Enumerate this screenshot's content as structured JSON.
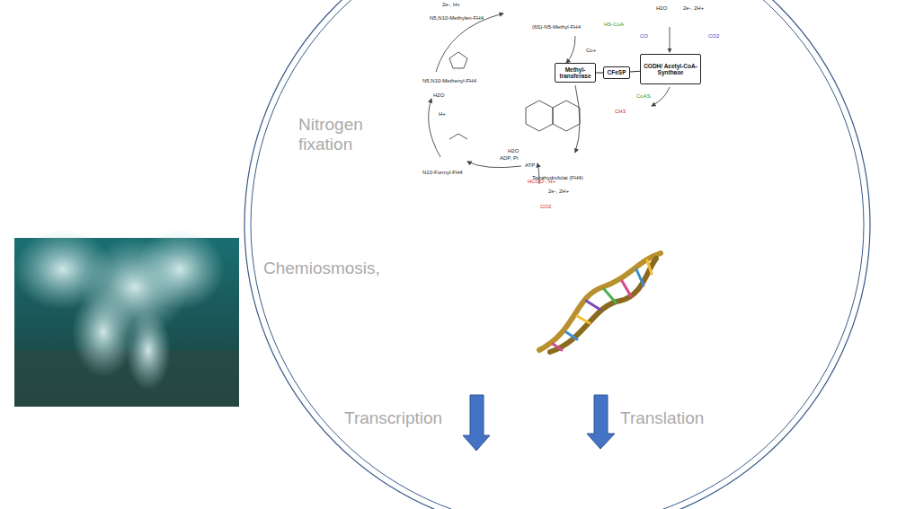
{
  "diagram": {
    "nodes": [
      {
        "text": [
          "Methyl-transferase"
        ]
      },
      {
        "text": [
          "CFeSP"
        ]
      },
      {
        "text": [
          "CODH/ Acetyl-CoA-Synthase"
        ]
      }
    ],
    "edges": [
      {
        "from": 0,
        "to": 1,
        "arrow": "none"
      },
      {
        "from": 1,
        "to": 2,
        "arrow": "none"
      }
    ],
    "labels": [
      "Nitrogen fixation",
      "Chemiosmosis,",
      "Transcription",
      "Translation",
      "N5,N10-Methylen-FH4",
      "(6S)-N5-Methyl-FH4",
      "2e-, H+",
      "H2O",
      "2e-, 2H+",
      "HS-CoA",
      "CO",
      "CO2",
      "Co+",
      "N5,N10-Methenyl-FH4",
      "H2O",
      "H+",
      "N10-Formyl-FH4",
      "Tetrahydrofolat (FH4)",
      "H2O",
      "ADP, Pi",
      "ATP",
      "HCOO-, H+",
      "2e-, 2H+",
      "CO2",
      "CH3",
      "CoAS"
    ]
  }
}
